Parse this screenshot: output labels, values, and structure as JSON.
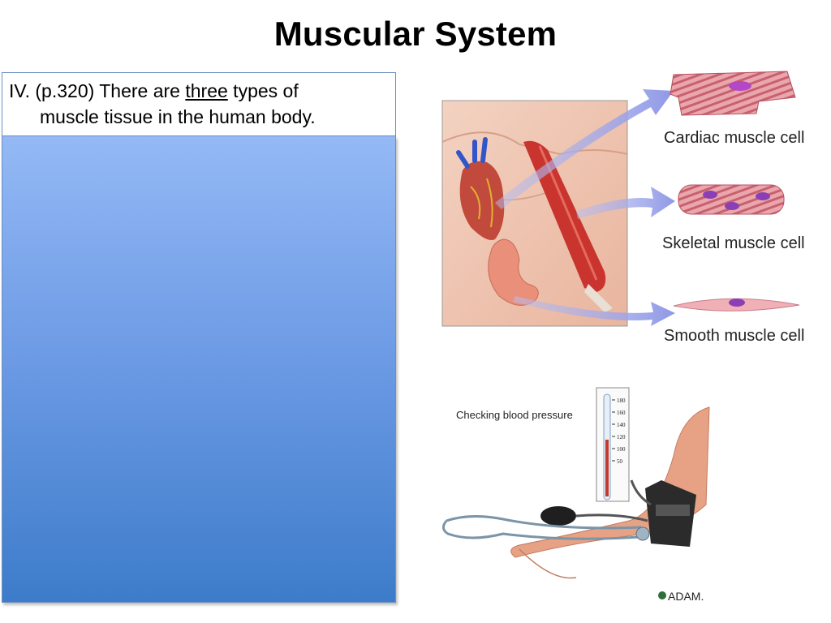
{
  "slide": {
    "title": "Muscular System",
    "point": {
      "prefix": "IV. (p.320) There are ",
      "emphasis": "three",
      "suffix": " types of",
      "line2": "muscle tissue in the human body."
    }
  },
  "muscle_figure": {
    "labels": {
      "cardiac": "Cardiac muscle cell",
      "skeletal": "Skeletal muscle cell",
      "smooth": "Smooth muscle cell"
    }
  },
  "bp_figure": {
    "caption": "Checking blood pressure",
    "scale_ticks": [
      "180",
      "160",
      "140",
      "120",
      "100",
      "50"
    ],
    "credit": "ADAM."
  }
}
